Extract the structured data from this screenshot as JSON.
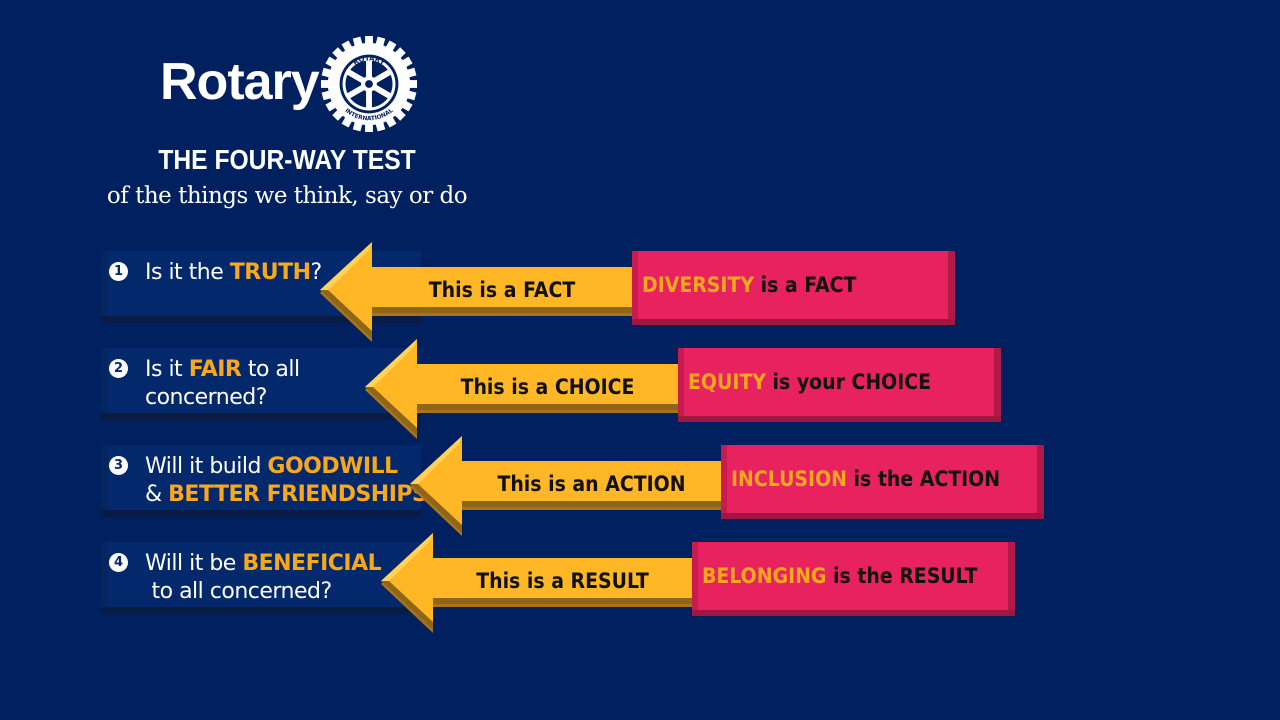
{
  "header": {
    "logo_text": "Rotary",
    "logo_emblem_text": [
      "ROTARY",
      "INTERNATIONAL"
    ],
    "title": "THE FOUR-WAY TEST",
    "subtitle": "of the things we think, say or do"
  },
  "rows": [
    {
      "number": "1",
      "question": [
        [
          "Is it the ",
          ""
        ],
        [
          "TRUTH",
          "hl"
        ],
        [
          "?",
          ""
        ]
      ],
      "arrow_label": "This is a FACT",
      "statement_key": "DIVERSITY",
      "statement_rest": " is a FACT"
    },
    {
      "number": "2",
      "question": [
        [
          "Is it ",
          ""
        ],
        [
          "FAIR",
          "hl"
        ],
        [
          " to all\nconcerned?",
          ""
        ]
      ],
      "arrow_label": "This is a CHOICE",
      "statement_key": "EQUITY",
      "statement_rest": " is your CHOICE"
    },
    {
      "number": "3",
      "question": [
        [
          "Will it build ",
          ""
        ],
        [
          "GOODWILL",
          "hl"
        ],
        [
          "\n& ",
          ""
        ],
        [
          "BETTER FRIENDSHIPS",
          "hl"
        ],
        [
          "?",
          ""
        ]
      ],
      "arrow_label": "This is an ACTION",
      "statement_key": "INCLUSION",
      "statement_rest": " is the ACTION"
    },
    {
      "number": "4",
      "question": [
        [
          "Will it be ",
          ""
        ],
        [
          "BENEFICIAL",
          "hl"
        ],
        [
          "\n to all concerned?",
          ""
        ]
      ],
      "arrow_label": "This is a RESULT",
      "statement_key": "BELONGING",
      "statement_rest": " is the RESULT"
    }
  ],
  "colors": {
    "background": "#012060",
    "gold": "#f7a81b",
    "pink": "#e8225f",
    "arrow": "#ffb726"
  }
}
